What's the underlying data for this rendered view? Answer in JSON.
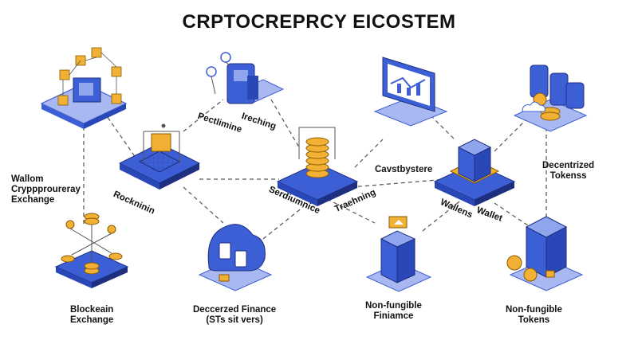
{
  "title": "CRPTOCREPRCY EICOSTEM",
  "labels": {
    "wallom": "Wallom\nCryppproureray\nExchange",
    "rockninin": "Rockninin",
    "pectlimine": "Pectlimine",
    "ireching": "Ireching",
    "serdiumnice": "Serdiumnice",
    "traehning": "Traehning",
    "cavstbystere": "Cavstbystere",
    "wallens": "Wallens",
    "wallet": "Wallet",
    "decentrized": "Decentrized\nTokenss",
    "blockeain": "Blockeain\nExchange",
    "deccerzed": "Deccerzed Finance\n(STs sit vers)",
    "nonfungible_finance": "Non-fungible\nFiniamce",
    "nonfungible_tokens": "Non-fungible\nTokens"
  },
  "colors": {
    "blue": "#3d5fd6",
    "blue_light": "#8fa6ee",
    "platform": "#a9b8f0",
    "gold": "#f2b134",
    "line": "#555555"
  }
}
